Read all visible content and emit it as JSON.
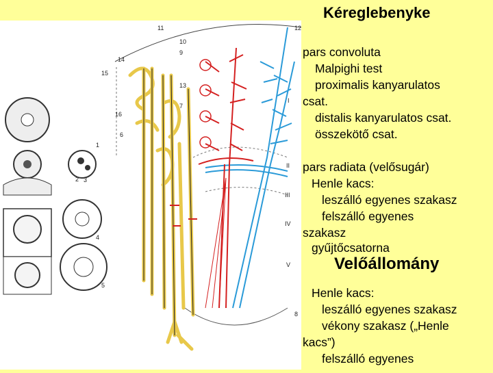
{
  "title": "Kéreglebenyke",
  "section2_title": "Velőállomány",
  "cortex_lines": [
    "pars convoluta",
    "Malpighi test",
    "proximalis kanyarulatos",
    "csat.",
    "distalis kanyarulatos csat.",
    "összekötő csat.",
    "pars radiata (velősugár)",
    "Henle kacs:",
    "leszálló egyenes szakasz",
    "felszálló egyenes",
    "szakasz",
    "gyűjtőcsatorna"
  ],
  "medulla_lines": [
    "Henle kacs:",
    "leszálló egyenes szakasz",
    "vékony szakasz („Henle",
    "kacs”)",
    "felszálló egyenes"
  ],
  "diagram_labels": {
    "right_numbers": [
      "11",
      "12",
      "10",
      "9",
      "14",
      "15",
      "13",
      "16",
      "7",
      "6",
      "1",
      "2",
      "3",
      "4",
      "5",
      "8"
    ],
    "zones": [
      "I",
      "II",
      "III",
      "IV",
      "V"
    ]
  },
  "colors": {
    "background": "#ffff99",
    "tubule_fill": "#e8c84a",
    "tubule_stroke": "#4a3a10",
    "artery": "#d42020",
    "vein": "#2a9ad8"
  }
}
